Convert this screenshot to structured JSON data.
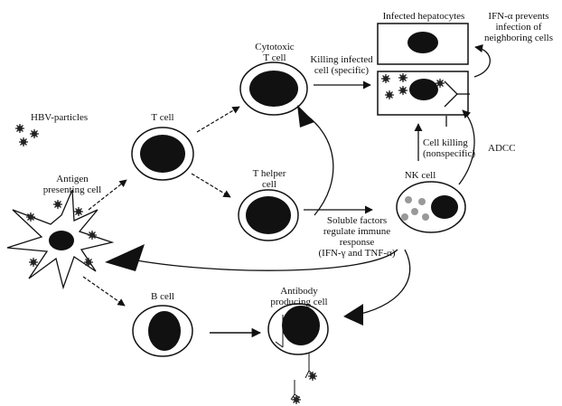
{
  "labels": {
    "infected_hepatocytes": "Infected hepatocytes",
    "ifn_alpha": [
      "IFN-α prevents",
      "infection of",
      "neighboring cells"
    ],
    "cytotoxic_t": [
      "Cytotoxic",
      "T cell"
    ],
    "killing_specific": [
      "Killing infected",
      "cell (specific)"
    ],
    "hbv_particles": "HBV-particles",
    "t_cell": "T cell",
    "antigen_presenting": [
      "Antigen",
      "presenting cell"
    ],
    "t_helper": [
      "T helper",
      "cell"
    ],
    "cell_killing": [
      "Cell killing",
      "(nonspecific)"
    ],
    "adcc": "ADCC",
    "nk_cell": "NK cell",
    "soluble_factors": [
      "Soluble factors",
      "regulate immune",
      "response",
      "(IFN-γ and TNF-α)"
    ],
    "b_cell": "B cell",
    "antibody_cell": [
      "Antibody",
      "producing cell"
    ]
  }
}
